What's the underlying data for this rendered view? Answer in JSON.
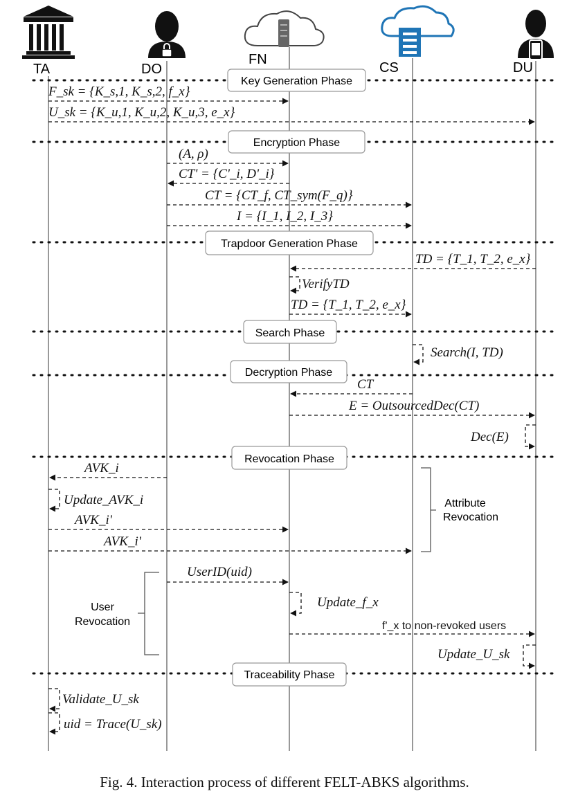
{
  "actors": [
    {
      "id": "TA",
      "label": "TA",
      "icon": "government-building-icon"
    },
    {
      "id": "DO",
      "label": "DO",
      "icon": "user-with-lock-icon"
    },
    {
      "id": "FN",
      "label": "FN",
      "icon": "cloud-server-icon"
    },
    {
      "id": "CS",
      "label": "CS",
      "icon": "cloud-database-icon"
    },
    {
      "id": "DU",
      "label": "DU",
      "icon": "user-with-phone-icon"
    }
  ],
  "phases": [
    {
      "id": "keygen",
      "label": "Key Generation Phase"
    },
    {
      "id": "encrypt",
      "label": "Encryption Phase"
    },
    {
      "id": "trapdoor",
      "label": "Trapdoor Generation Phase"
    },
    {
      "id": "search",
      "label": "Search Phase"
    },
    {
      "id": "decrypt",
      "label": "Decryption Phase"
    },
    {
      "id": "revoke",
      "label": "Revocation Phase"
    },
    {
      "id": "trace",
      "label": "Traceability Phase"
    }
  ],
  "messages": [
    {
      "id": "fsk",
      "from": "TA",
      "to": "FN",
      "label": "F_sk = {K_s,1, K_s,2, f_x}"
    },
    {
      "id": "usk",
      "from": "TA",
      "to": "DU",
      "label": "U_sk = {K_u,1, K_u,2, K_u,3, e_x}"
    },
    {
      "id": "arho",
      "from": "DO",
      "to": "FN",
      "label": "(A, ρ)"
    },
    {
      "id": "ctprime",
      "from": "FN",
      "to": "DO",
      "label": "CT' = {C'_i, D'_i}"
    },
    {
      "id": "ct",
      "from": "DO",
      "to": "CS",
      "label": "CT = {CT_f, CT_sym(F_q)}"
    },
    {
      "id": "index",
      "from": "DO",
      "to": "CS",
      "label": "I = {I_1, I_2, I_3}"
    },
    {
      "id": "td_du",
      "from": "DU",
      "to": "FN",
      "label": "TD = {T_1, T_2, e_x}"
    },
    {
      "id": "verify",
      "from": "FN",
      "to": "FN",
      "label": "VerifyTD"
    },
    {
      "id": "td_fn",
      "from": "FN",
      "to": "CS",
      "label": "TD = {T_1, T_2, e_x}"
    },
    {
      "id": "search",
      "from": "CS",
      "to": "CS",
      "label": "Search(I, TD)"
    },
    {
      "id": "ct_dec",
      "from": "CS",
      "to": "FN",
      "label": "CT"
    },
    {
      "id": "outdec",
      "from": "FN",
      "to": "DU",
      "label": "E = OutsourcedDec(CT)"
    },
    {
      "id": "dec",
      "from": "DU",
      "to": "DU",
      "label": "Dec(E)"
    },
    {
      "id": "avk",
      "from": "DO",
      "to": "TA",
      "label": "AVK_i"
    },
    {
      "id": "upd_avk",
      "from": "TA",
      "to": "TA",
      "label": "Update_AVK_i"
    },
    {
      "id": "avk_bar",
      "from": "TA",
      "to": "FN",
      "label": "AVK_i'"
    },
    {
      "id": "avk_cs",
      "from": "TA",
      "to": "CS",
      "label": "AVK_i'"
    },
    {
      "id": "uid",
      "from": "DO",
      "to": "FN",
      "label": "UserID(uid)"
    },
    {
      "id": "upd_fx",
      "from": "FN",
      "to": "FN",
      "label": "Update_f_x"
    },
    {
      "id": "fx_users",
      "from": "FN",
      "to": "DU",
      "label": "f'_x to non-revoked users"
    },
    {
      "id": "upd_usk",
      "from": "DU",
      "to": "DU",
      "label": "Update_U_sk"
    },
    {
      "id": "validate",
      "from": "TA",
      "to": "TA",
      "label": "Validate_U_sk"
    },
    {
      "id": "trace_uid",
      "from": "TA",
      "to": "TA",
      "label": "uid = Trace(U_sk)"
    }
  ],
  "annotations": {
    "attribute_revocation": [
      "Attribute",
      "Revocation"
    ],
    "user_revocation": [
      "User",
      "Revocation"
    ]
  },
  "caption": "Fig. 4.   Interaction process of different FELT-ABKS algorithms."
}
